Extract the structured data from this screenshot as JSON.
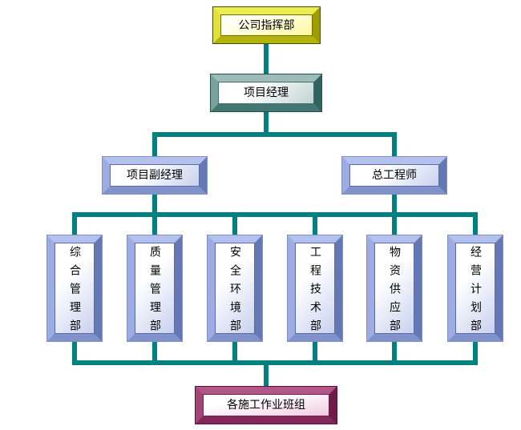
{
  "diagram": {
    "type": "organization-chart",
    "connector_color": "#008080",
    "nodes": {
      "company_hq": {
        "label": "公司指挥部",
        "theme_color": "#cccc00"
      },
      "project_manager": {
        "label": "项目经理",
        "theme_color": "#4e8886"
      },
      "deputy_project_manager": {
        "label": "项目副经理",
        "theme_color": "#8fa0d8"
      },
      "chief_engineer": {
        "label": "总工程师",
        "theme_color": "#8fa0d8"
      },
      "departments": [
        {
          "label": "综合管理部"
        },
        {
          "label": "质量管理部"
        },
        {
          "label": "安全环境部"
        },
        {
          "label": "工程技术部"
        },
        {
          "label": "物资供应部"
        },
        {
          "label": "经营计划部"
        }
      ],
      "work_teams": {
        "label": "各施工作业班组",
        "theme_color": "#993366"
      }
    },
    "edges": [
      {
        "from": "company_hq",
        "to": "project_manager"
      },
      {
        "from": "project_manager",
        "to": "deputy_project_manager"
      },
      {
        "from": "project_manager",
        "to": "chief_engineer"
      },
      {
        "from": "deputy_project_manager",
        "to": "departments"
      },
      {
        "from": "chief_engineer",
        "to": "departments"
      },
      {
        "from": "departments",
        "to": "work_teams"
      }
    ]
  }
}
